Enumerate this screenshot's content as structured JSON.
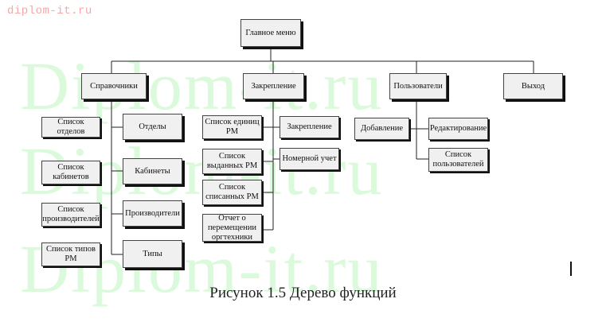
{
  "watermark": {
    "site": "diplom-it.ru",
    "big_text": "Diplom-it.ru"
  },
  "tree": {
    "root": "Главное меню",
    "level1": {
      "spravochniki": "Справочники",
      "zakreplenie": "Закрепление",
      "polzovateli": "Пользователи",
      "vyhod": "Выход"
    },
    "spravochniki": {
      "otdely": "Отделы",
      "spisok_otdelov": "Список отделов",
      "kabinety": "Кабинеты",
      "spisok_kabinetov": "Список кабинетов",
      "proizvoditeli": "Производители",
      "spisok_proizvoditeley": "Список производителей",
      "tipy": "Типы",
      "spisok_tipov": "Список типов РМ"
    },
    "zakreplenie": {
      "spisok_edinic": "Список единиц РМ",
      "zakreplenie_item": "Закрепление",
      "nomernoy_uchet": "Номерной учет",
      "spisok_vydannyh": "Список выданных РМ",
      "spisok_spisannyh": "Список списанных РМ",
      "otchet": "Отчет о перемещении оргтехники"
    },
    "polzovateli": {
      "dobavlenie": "Добавление",
      "redaktirovanie": "Редактирование",
      "spisok_polzovateley": "Список пользователей"
    }
  },
  "caption": "Рисунок 1.5 Дерево функций"
}
